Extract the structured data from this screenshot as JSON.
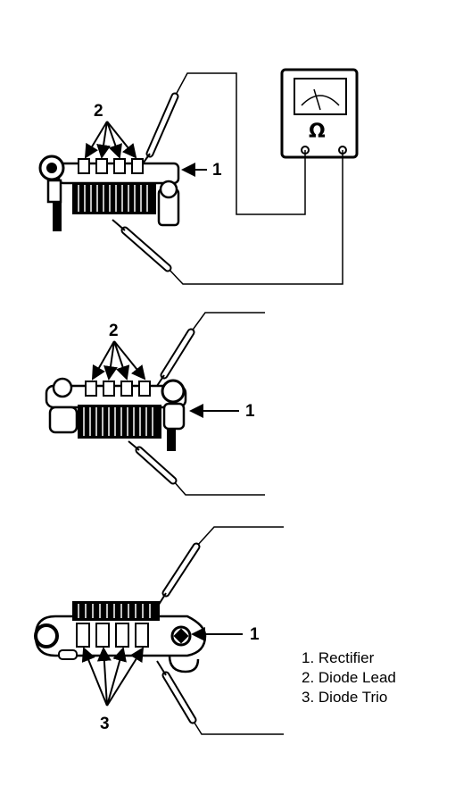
{
  "meter": {
    "symbol": "Ω"
  },
  "callouts": {
    "top": {
      "rectifier": "1",
      "diode_lead": "2"
    },
    "middle": {
      "rectifier": "1",
      "diode_lead": "2"
    },
    "bottom": {
      "rectifier": "1",
      "diode_trio": "3"
    }
  },
  "legend": [
    {
      "text": "1. Rectifier"
    },
    {
      "text": "2. Diode Lead"
    },
    {
      "text": "3. Diode Trio"
    }
  ],
  "colors": {
    "ink": "#000000",
    "paper": "#ffffff"
  }
}
